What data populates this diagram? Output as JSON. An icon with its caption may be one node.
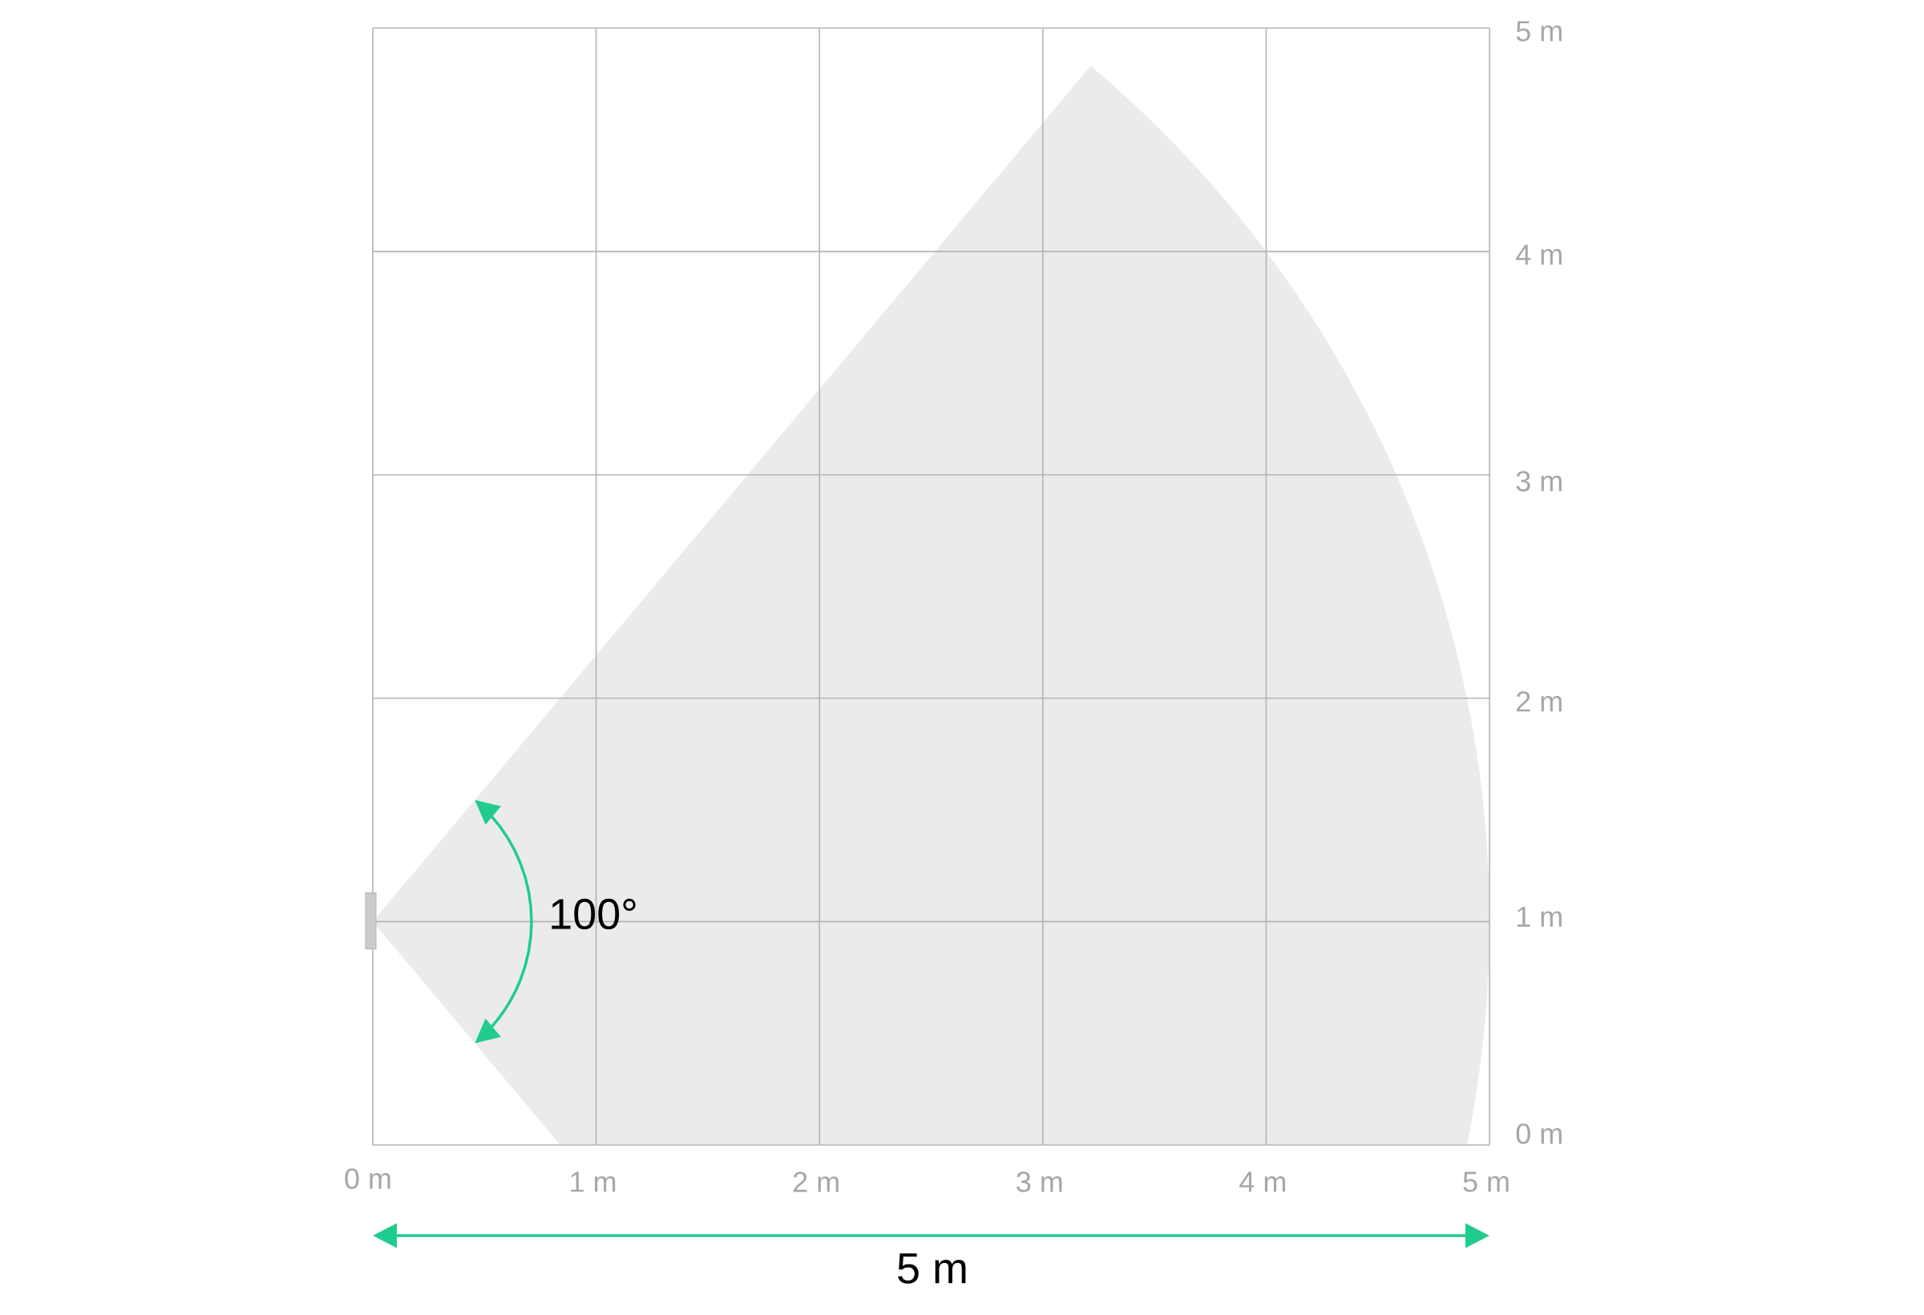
{
  "diagram": {
    "labels": [
      "5 m",
      "4 m",
      "3 m",
      "2 m",
      "100°",
      "1 m",
      "0 m",
      "0 m",
      "1 m",
      "2 m",
      "3 m",
      "4 m",
      "5 m",
      "5 m"
    ]
  }
}
